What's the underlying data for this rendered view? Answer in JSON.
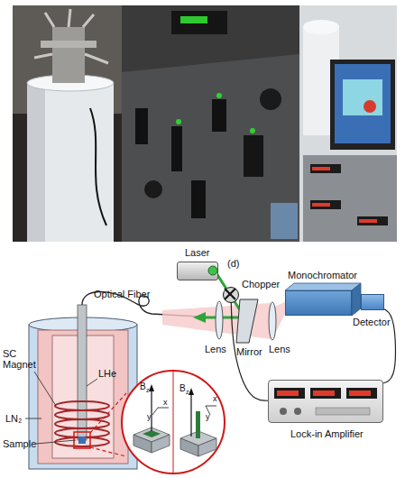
{
  "diagram": {
    "nodes": [
      {
        "text": [
          "Laser"
        ]
      },
      {
        "text": [
          "Chopper"
        ]
      },
      {
        "text": [
          "Monochromator"
        ]
      },
      {
        "text": [
          "Detector"
        ]
      },
      {
        "text": [
          "Lock-in Amplifier"
        ]
      }
    ],
    "edges": [
      {
        "from": 1,
        "to": 4,
        "arrow": "none"
      },
      {
        "from": 3,
        "to": 4,
        "arrow": "none"
      }
    ],
    "labels": [
      "(d)",
      "Optical Fiber",
      "Lens",
      "Mirror",
      "Lens",
      "SC Magnet",
      "LHe",
      "LN₂",
      "Sample",
      "B",
      "z",
      "y",
      "x",
      "B",
      "z",
      "y",
      "x"
    ]
  }
}
